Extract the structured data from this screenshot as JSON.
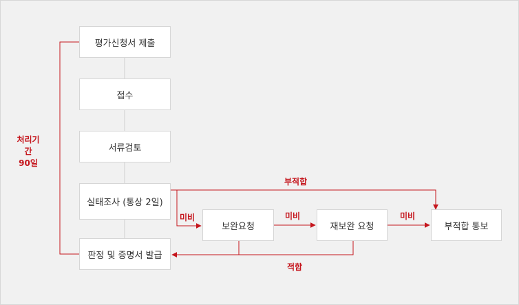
{
  "nodes": {
    "submit": "평가신청서 제출",
    "receipt": "접수",
    "review": "서류검토",
    "inspection": "실태조사 (통상 2일)",
    "issue": "판정 및 증명서 발급",
    "supplement": "보완요청",
    "resupplement": "재보완 요청",
    "reject_notice": "부적합 통보"
  },
  "labels": {
    "unsuitable": "부적합",
    "deficient": "미비",
    "suitable": "적합"
  },
  "period": {
    "line1": "처리기간",
    "line2": "90일"
  },
  "colors": {
    "accent": "#c5161d",
    "box_border": "#d6d6d6",
    "connector": "#cfcfcf",
    "background": "#f1f1f1"
  }
}
